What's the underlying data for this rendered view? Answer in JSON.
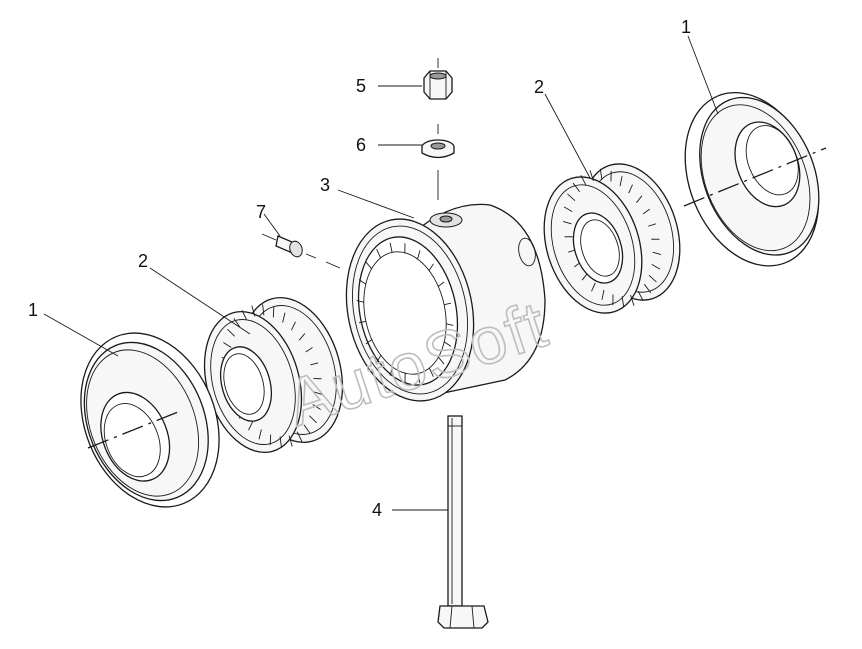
{
  "watermark": "AutoSoft",
  "callouts": [
    {
      "id": "left-bearing-cup",
      "number": "1"
    },
    {
      "id": "right-bearing-cup",
      "number": "1"
    },
    {
      "id": "left-side-gear",
      "number": "2"
    },
    {
      "id": "right-side-gear",
      "number": "2"
    },
    {
      "id": "differential-housing",
      "number": "3"
    },
    {
      "id": "bolt",
      "number": "4"
    },
    {
      "id": "nut",
      "number": "5"
    },
    {
      "id": "washer",
      "number": "6"
    },
    {
      "id": "grease-fitting",
      "number": "7"
    }
  ]
}
